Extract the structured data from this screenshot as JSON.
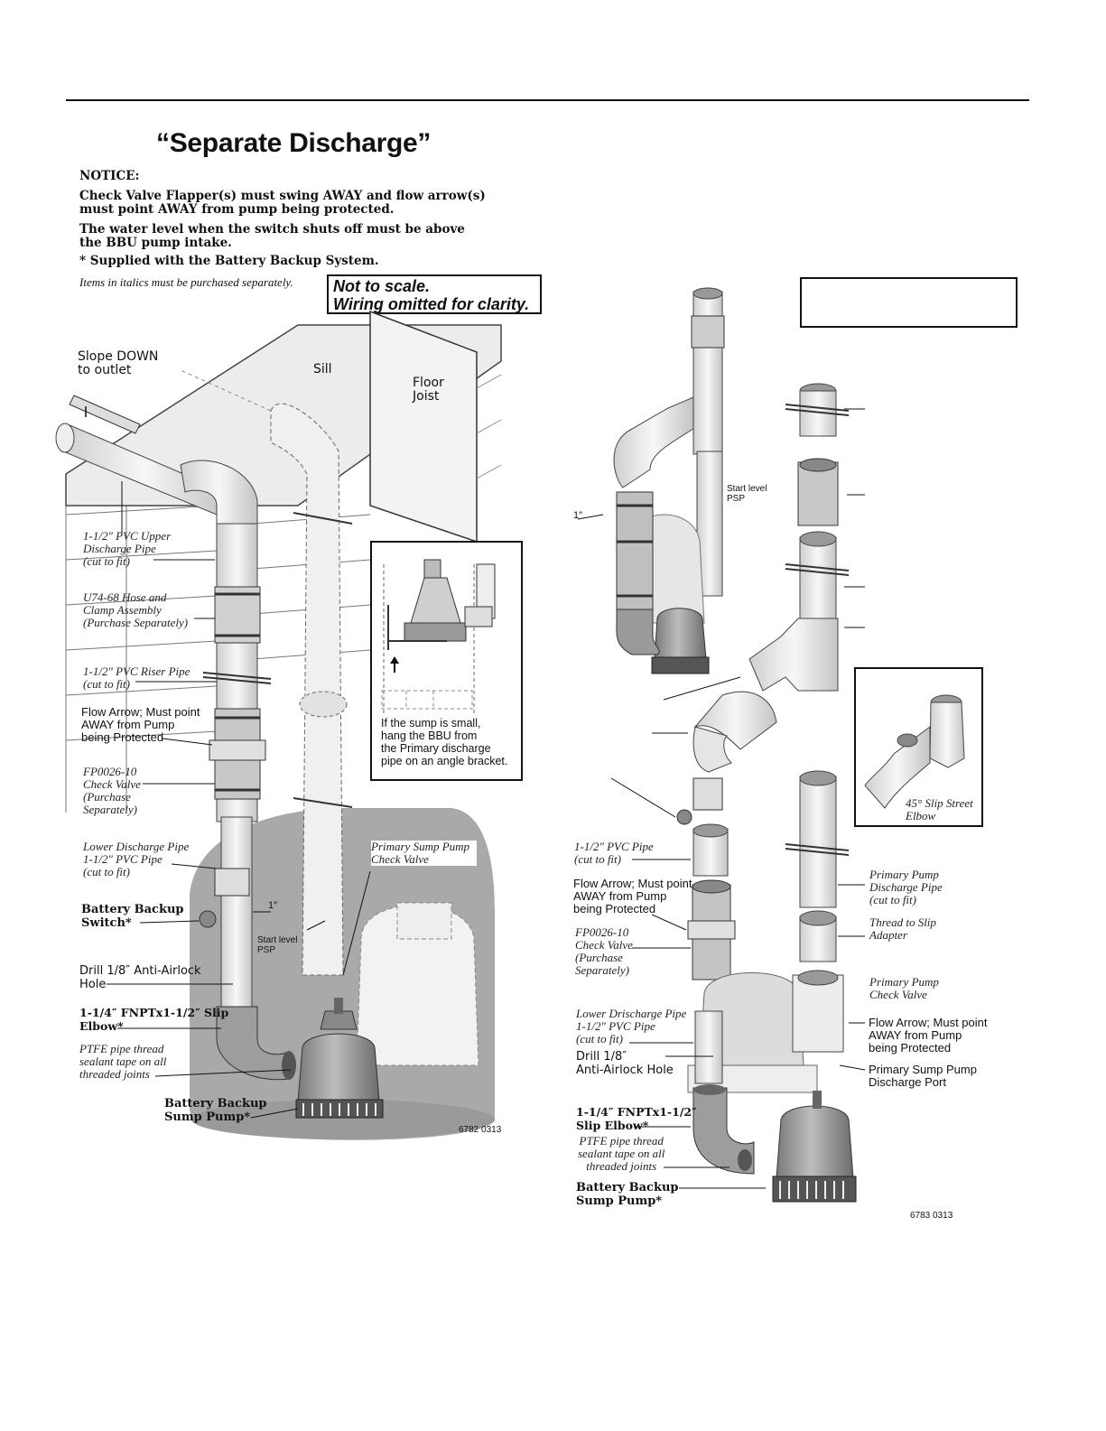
{
  "title": "“Separate Discharge”",
  "notice": {
    "heading": "NOTICE:",
    "line1": "Check Valve Flapper(s) must swing AWAY and flow arrow(s) must point AWAY from pump being protected.",
    "line2": "The water level when the switch shuts off must be above the BBU pump intake.",
    "line3": "* Supplied with the Battery Backup System.",
    "italic": "Items in italics must be purchased separately."
  },
  "scale_box": {
    "line1": "Not to scale.",
    "line2": "Wiring omitted for clarity."
  },
  "left_diagram": {
    "slope": "Slope DOWN\nto outlet",
    "sill": "Sill",
    "floor_joist": "Floor\nJoist",
    "upper_pipe": "1-1/2″ PVC Upper\nDischarge Pipe\n(cut to fit)",
    "hose_clamp": "U74-68 Hose and\nClamp Assembly\n(Purchase Separately)",
    "riser_pipe": "1-1/2″ PVC Riser Pipe\n(cut to fit)",
    "flow_arrow": "Flow Arrow; Must point\nAWAY from Pump\nbeing Protected",
    "check_valve": "FP0026-10\nCheck Valve\n(Purchase\nSeparately)",
    "lower_pipe": "Lower Discharge Pipe\n1-1/2″ PVC Pipe\n(cut to fit)",
    "bb_switch": "Battery Backup\nSwitch*",
    "one_inch": "1″",
    "start_level": "Start level\nPSP",
    "drill_hole": "Drill 1/8″ Anti-Airlock\nHole",
    "slip_elbow": "1-1/4″ FNPTx1-1/2″ Slip\nElbow*",
    "ptfe": "PTFE pipe thread\nsealant tape on all\nthreaded joints",
    "bb_pump": "Battery Backup\nSump Pump*",
    "primary_check": "Primary Sump Pump\nCheck Valve",
    "inset_text": "If the sump is small,\nhang the BBU from\nthe Primary discharge\npipe on an angle bracket.",
    "code": "6782 0313"
  },
  "right_diagram": {
    "start_level": "Start level\nPSP",
    "one_inch": "1″",
    "inset_label": "45° Slip Street\nElbow",
    "pvc_pipe": "1-1/2″ PVC Pipe\n(cut to fit)",
    "flow_arrow": "Flow Arrow; Must point\nAWAY from Pump\nbeing Protected",
    "check_valve": "FP0026-10\nCheck Valve\n(Purchase\nSeparately)",
    "lower_pipe": "Lower Drischarge Pipe\n1-1/2″ PVC Pipe\n(cut to fit)",
    "drill_hole": "Drill 1/8″\nAnti-Airlock Hole",
    "slip_elbow": "1-1/4″ FNPTx1-1/2″\nSlip Elbow*",
    "ptfe": "PTFE pipe thread\nsealant tape on all\nthreaded joints",
    "bb_pump": "Battery Backup\nSump Pump*",
    "primary_discharge": "Primary Pump\nDischarge Pipe\n(cut to fit)",
    "thread_adapter": "Thread to Slip\nAdapter",
    "primary_check": "Primary Pump\nCheck Valve",
    "flow_arrow2": "Flow Arrow; Must point\nAWAY from Pump\nbeing Protected",
    "discharge_port": "Primary Sump Pump\nDischarge Port",
    "code": "6783 0313"
  }
}
